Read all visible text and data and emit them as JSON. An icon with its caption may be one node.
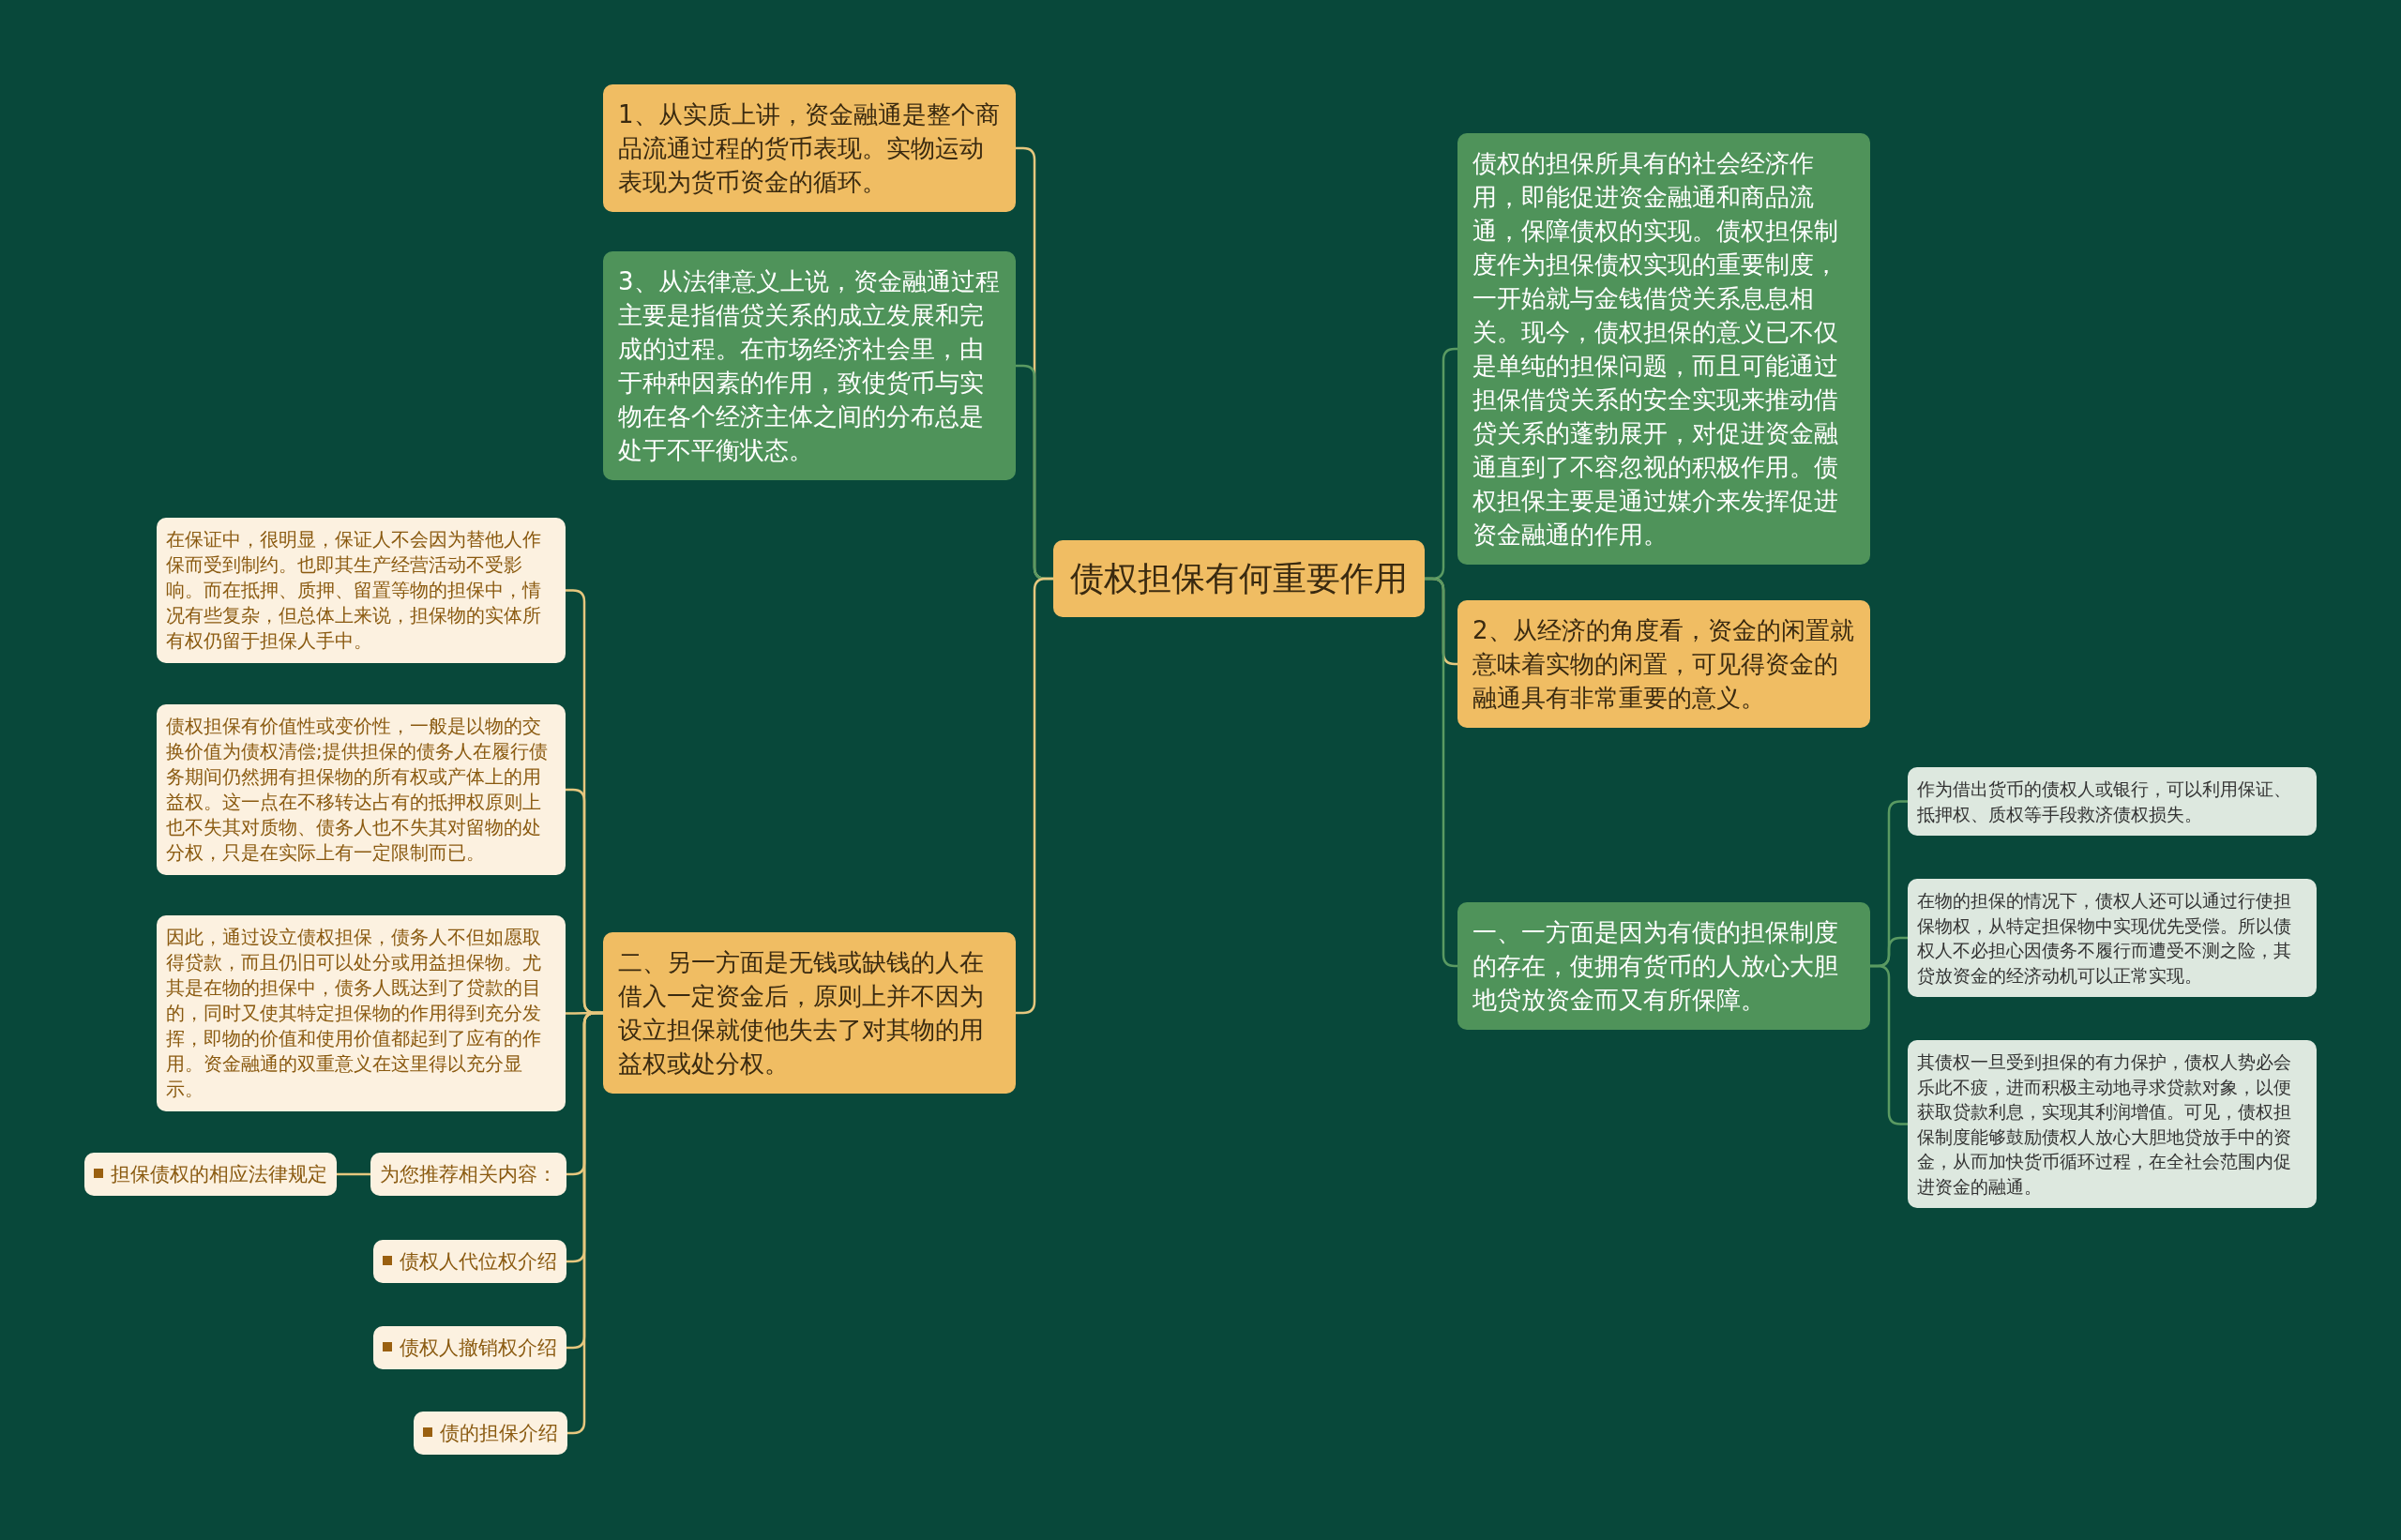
{
  "diagram": {
    "nodes": [
      {
        "text": [
          "债权担保有何重要作用"
        ]
      },
      {
        "text": [
          "1、从实质上讲，资金融通是整个商品流通过程的货币表现。实物运动表现为货币资金的循环。"
        ]
      },
      {
        "text": [
          "3、从法律意义上说，资金融通过程主要是指借贷关系的成立发展和完成的过程。在市场经济社会里，由于种种因素的作用，致使货币与实物在各个经济主体之间的分布总是处于不平衡状态。"
        ]
      },
      {
        "text": [
          "二、另一方面是无钱或缺钱的人在借入一定资金后，原则上并不因为设立担保就使他失去了对其物的用益权或处分权。"
        ]
      },
      {
        "text": [
          "在保证中，很明显，保证人不会因为替他人作保而受到制约。也即其生产经营活动不受影响。而在抵押、质押、留置等物的担保中，情况有些复杂，但总体上来说，担保物的实体所有权仍留于担保人手中。"
        ]
      },
      {
        "text": [
          "债权担保有价值性或变价性，一般是以物的交换价值为债权清偿;提供担保的债务人在履行债务期间仍然拥有担保物的所有权或产体上的用益权。这一点在不移转达占有的抵押权原则上也不失其对质物、债务人也不失其对留物的处分权，只是在实际上有一定限制而已。"
        ]
      },
      {
        "text": [
          "因此，通过设立债权担保，债务人不但如愿取得贷款，而且仍旧可以处分或用益担保物。尤其是在物的担保中，债务人既达到了贷款的目的，同时又使其特定担保物的作用得到充分发挥，即物的价值和使用价值都起到了应有的作用。资金融通的双重意义在这里得以充分显示。"
        ]
      },
      {
        "text": [
          "为您推荐相关内容："
        ]
      },
      {
        "text": [
          "担保债权的相应法律规定"
        ]
      },
      {
        "text": [
          "债权人代位权介绍"
        ]
      },
      {
        "text": [
          "债权人撤销权介绍"
        ]
      },
      {
        "text": [
          "债的担保介绍"
        ]
      },
      {
        "text": [
          "债权的担保所具有的社会经济作用，即能促进资金融通和商品流通，保障债权的实现。债权担保制度作为担保债权实现的重要制度，一开始就与金钱借贷关系息息相关。现今，债权担保的意义已不仅是单纯的担保问题，而且可能通过担保借贷关系的安全实现来推动借贷关系的蓬勃展开，对促进资金融通直到了不容忽视的积极作用。债权担保主要是通过媒介来发挥促进资金融通的作用。"
        ]
      },
      {
        "text": [
          "2、从经济的角度看，资金的闲置就意味着实物的闲置，可见得资金的融通具有非常重要的意义。"
        ]
      },
      {
        "text": [
          "一、一方面是因为有债的担保制度的存在，使拥有货币的人放心大胆地贷放资金而又有所保障。"
        ]
      },
      {
        "text": [
          "作为借出货币的债权人或银行，可以利用保证、抵押权、质权等手段救济债权损失。"
        ]
      },
      {
        "text": [
          "在物的担保的情况下，债权人还可以通过行使担保物权，从特定担保物中实现优先受偿。所以债权人不必担心因债务不履行而遭受不测之险，其贷放资金的经济动机可以正常实现。"
        ]
      },
      {
        "text": [
          "其债权一旦受到担保的有力保护，债权人势必会乐此不疲，进而积极主动地寻求贷款对象，以便获取贷款利息，实现其利润增值。可见，债权担保制度能够鼓励债权人放心大胆地贷放手中的资金，从而加快货币循环过程，在全社会范围内促进资金的融通。"
        ]
      }
    ],
    "edges": [
      {
        "from": 0,
        "to": 1,
        "arrow": "none"
      },
      {
        "from": 0,
        "to": 2,
        "arrow": "none",
        "color": "#5a9a62"
      },
      {
        "from": 0,
        "to": 3,
        "arrow": "none"
      },
      {
        "from": 3,
        "to": 4,
        "arrow": "none"
      },
      {
        "from": 3,
        "to": 5,
        "arrow": "none"
      },
      {
        "from": 3,
        "to": 6,
        "arrow": "none"
      },
      {
        "from": 3,
        "to": 7,
        "arrow": "none"
      },
      {
        "from": 7,
        "to": 8,
        "arrow": "none"
      },
      {
        "from": 3,
        "to": 9,
        "arrow": "none"
      },
      {
        "from": 3,
        "to": 10,
        "arrow": "none"
      },
      {
        "from": 3,
        "to": 11,
        "arrow": "none"
      },
      {
        "from": 0,
        "to": 12,
        "arrow": "none",
        "color": "#5a9a62"
      },
      {
        "from": 0,
        "to": 13,
        "arrow": "none"
      },
      {
        "from": 0,
        "to": 14,
        "arrow": "none",
        "color": "#5a9a62"
      },
      {
        "from": 14,
        "to": 15,
        "arrow": "none",
        "color": "#5a9a62"
      },
      {
        "from": 14,
        "to": 16,
        "arrow": "none",
        "color": "#5a9a62"
      },
      {
        "from": 14,
        "to": 17,
        "arrow": "none",
        "color": "#5a9a62"
      }
    ]
  }
}
